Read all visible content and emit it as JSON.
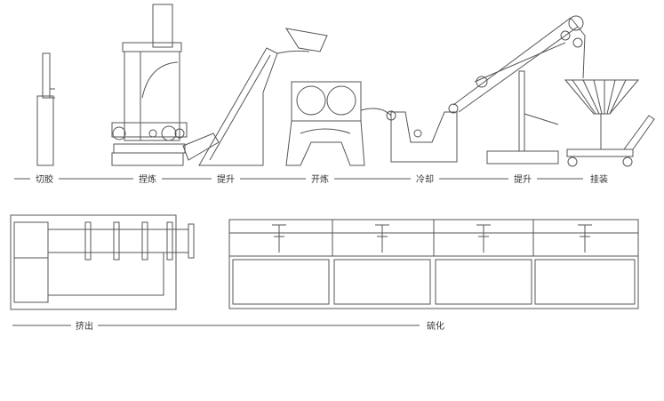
{
  "process_row_1": {
    "steps": [
      "切胶",
      "捏炼",
      "提升",
      "开炼",
      "冷却",
      "提升",
      "挂装"
    ]
  },
  "process_row_2": {
    "steps": [
      "挤出",
      "硫化"
    ]
  },
  "colors": {
    "line": "#555555",
    "text": "#333333",
    "background": "#ffffff"
  }
}
